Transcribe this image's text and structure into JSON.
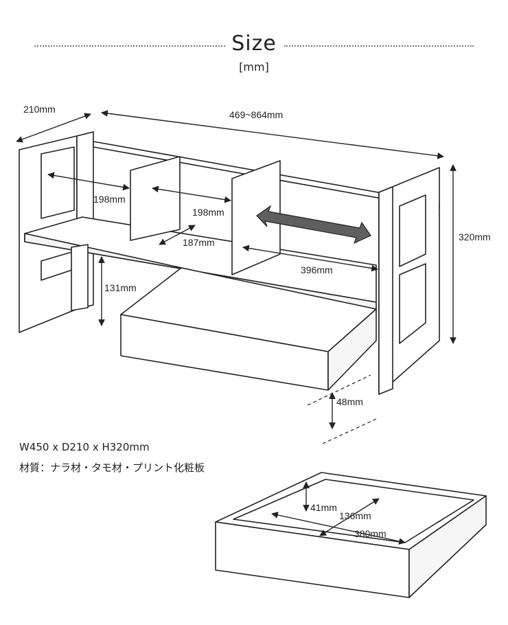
{
  "header": {
    "title": "Size",
    "unit": "[mm]"
  },
  "dimensions": {
    "depth": "210mm",
    "width_range": "469~864mm",
    "height": "320mm",
    "left_opening": "198mm",
    "center_opening": "198mm",
    "divider_depth": "187mm",
    "shelf_span": "396mm",
    "under_clearance": "131mm",
    "drawer_height_offset": "48mm"
  },
  "drawer_dimensions": {
    "inner_height": "41mm",
    "inner_depth": "136mm",
    "inner_width": "380mm"
  },
  "specs": {
    "size": "W450 x D210 x H320mm",
    "material": "材質：ナラ材・タモ材・プリント化粧板"
  },
  "colors": {
    "line": "#222222",
    "arrow_fill": "#5f5f5f"
  }
}
